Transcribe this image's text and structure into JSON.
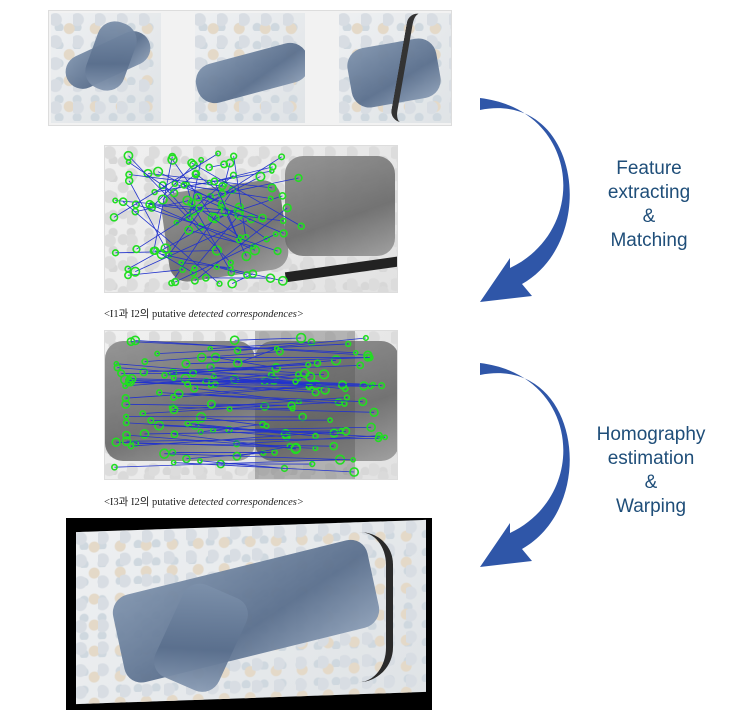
{
  "steps": [
    {
      "line1": "Feature",
      "line2": "extracting",
      "line3": "&",
      "line4": "Matching"
    },
    {
      "line1": "Homography",
      "line2": "estimation",
      "line3": "&",
      "line4": "Warping"
    }
  ],
  "captions": {
    "cap1_prefix": "<I1과 I2의",
    "cap1_mid": " putative ",
    "cap1_italic": "detected correspondences>",
    "cap2_prefix": "<I3과 I2의",
    "cap2_mid": " putative ",
    "cap2_italic": "detected correspondences>"
  },
  "colors": {
    "arrow": "#2f56a8",
    "match_line": "#2233cc",
    "keypoint": "#22dd22",
    "label": "#1f4e79"
  }
}
